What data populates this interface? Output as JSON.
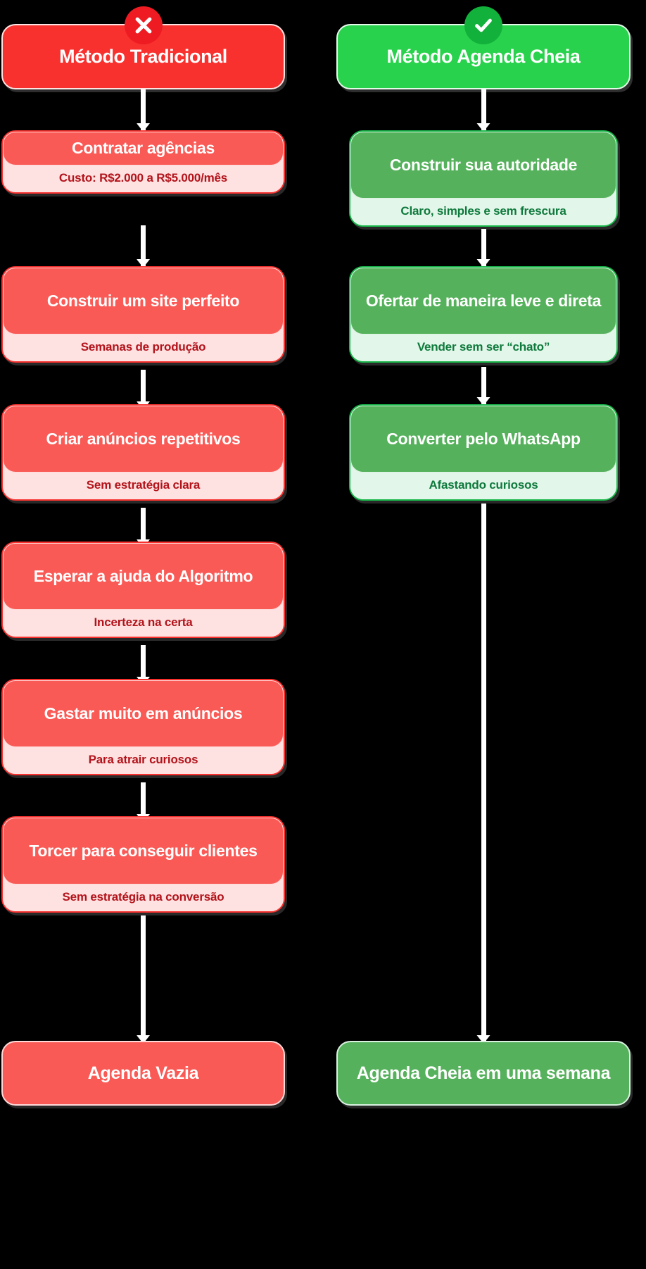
{
  "background": "#000000",
  "columns": [
    {
      "id": "traditional",
      "accent": "#F8312F",
      "badge_icon": "x-icon",
      "header": "Método Tradicional",
      "steps": [
        {
          "title": "Contratar agências",
          "sub": "Custo: R$2.000 a R$5.000/mês"
        },
        {
          "title": "Construir um site perfeito",
          "sub": "Semanas de produção"
        },
        {
          "title": "Criar anúncios repetitivos",
          "sub": "Sem estratégia clara"
        },
        {
          "title": "Esperar a ajuda do Algoritmo",
          "sub": "Incerteza na certa"
        },
        {
          "title": "Gastar muito em anúncios",
          "sub": "Para atrair curiosos"
        },
        {
          "title": "Torcer para conseguir clientes",
          "sub": "Sem estratégia na conversão"
        }
      ],
      "final": "Agenda Vazia"
    },
    {
      "id": "agenda-cheia",
      "accent": "#28D24C",
      "badge_icon": "check-icon",
      "header": "Método Agenda Cheia",
      "steps": [
        {
          "title": "Construir sua autoridade",
          "sub": "Claro, simples e sem frescura"
        },
        {
          "title": "Ofertar de maneira leve e direta",
          "sub": "Vender sem ser “chato”"
        },
        {
          "title": "Converter pelo WhatsApp",
          "sub": "Afastando curiosos"
        }
      ],
      "final": "Agenda Cheia em uma semana"
    }
  ]
}
